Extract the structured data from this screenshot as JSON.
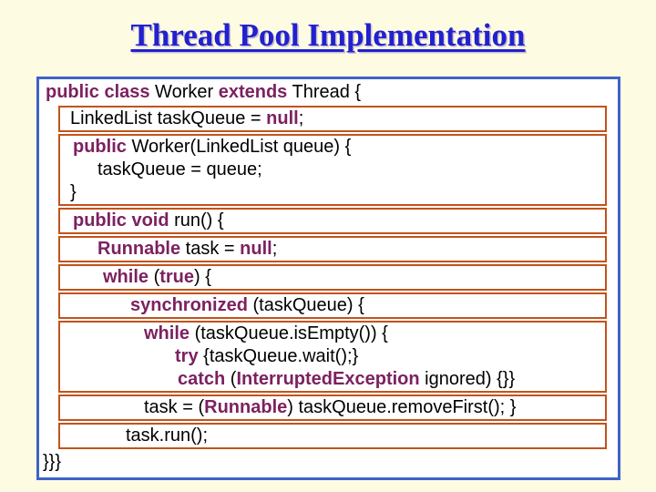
{
  "slide": {
    "background_color": "#FDFBE2",
    "title": {
      "text": "Thread Pool Implementation",
      "color": "#2121CE"
    }
  },
  "code_panel": {
    "panel_border_color": "#3E63C8",
    "panel_background": "#FFFFFF",
    "box_border_color": "#C2531B",
    "keyword_color": "#7C2160",
    "text_color": "#000000",
    "blocks": [
      {
        "boxed": false,
        "lines": [
          {
            "indent": 7,
            "segments": [
              {
                "t": "public class",
                "k": true
              },
              {
                "t": " Worker ",
                "k": false
              },
              {
                "t": "extends",
                "k": true
              },
              {
                "t": " Thread {",
                "k": false
              }
            ]
          }
        ]
      },
      {
        "boxed": true,
        "lines": [
          {
            "indent": 11,
            "segments": [
              {
                "t": "LinkedList taskQueue = ",
                "k": false
              },
              {
                "t": "null",
                "k": true
              },
              {
                "t": ";",
                "k": false
              }
            ]
          }
        ]
      },
      {
        "boxed": true,
        "lines": [
          {
            "indent": 14,
            "segments": [
              {
                "t": "public",
                "k": true
              },
              {
                "t": " Worker(LinkedList queue) {",
                "k": false
              }
            ]
          },
          {
            "indent": 41,
            "segments": [
              {
                "t": "taskQueue = queue;",
                "k": false
              }
            ]
          },
          {
            "indent": 11,
            "segments": [
              {
                "t": "}",
                "k": false
              }
            ]
          }
        ]
      },
      {
        "boxed": true,
        "lines": [
          {
            "indent": 14,
            "segments": [
              {
                "t": "public void",
                "k": true
              },
              {
                "t": " run() {",
                "k": false
              }
            ]
          }
        ]
      },
      {
        "boxed": true,
        "lines": [
          {
            "indent": 41,
            "segments": [
              {
                "t": "Runnable",
                "k": true
              },
              {
                "t": " task = ",
                "k": false
              },
              {
                "t": "null",
                "k": true
              },
              {
                "t": ";",
                "k": false
              }
            ]
          }
        ]
      },
      {
        "boxed": true,
        "lines": [
          {
            "indent": 47,
            "segments": [
              {
                "t": "while",
                "k": true
              },
              {
                "t": " (",
                "k": false
              },
              {
                "t": "true",
                "k": true
              },
              {
                "t": ") {",
                "k": false
              }
            ]
          }
        ]
      },
      {
        "boxed": true,
        "lines": [
          {
            "indent": 77,
            "segments": [
              {
                "t": "synchronized",
                "k": true
              },
              {
                "t": " (taskQueue) {",
                "k": false
              }
            ]
          }
        ]
      },
      {
        "boxed": true,
        "lines": [
          {
            "indent": 92,
            "segments": [
              {
                "t": "while",
                "k": true
              },
              {
                "t": " (taskQueue.isEmpty()) {",
                "k": false
              }
            ]
          },
          {
            "indent": 126,
            "segments": [
              {
                "t": "try",
                "k": true
              },
              {
                "t": " {taskQueue.wait();}",
                "k": false
              }
            ]
          },
          {
            "indent": 129,
            "segments": [
              {
                "t": "catch",
                "k": true
              },
              {
                "t": " (",
                "k": false
              },
              {
                "t": "InterruptedException",
                "k": true
              },
              {
                "t": " ignored) {}}",
                "k": false
              }
            ]
          }
        ]
      },
      {
        "boxed": true,
        "lines": [
          {
            "indent": 92,
            "segments": [
              {
                "t": "task = (",
                "k": false
              },
              {
                "t": "Runnable",
                "k": true
              },
              {
                "t": ") taskQueue.removeFirst(); }",
                "k": false
              }
            ]
          }
        ]
      },
      {
        "boxed": true,
        "lines": [
          {
            "indent": 72,
            "segments": [
              {
                "t": "task.run();",
                "k": false
              }
            ]
          }
        ]
      },
      {
        "boxed": false,
        "lines": [
          {
            "indent": 4,
            "segments": [
              {
                "t": "}}}",
                "k": false
              }
            ]
          }
        ]
      }
    ]
  }
}
